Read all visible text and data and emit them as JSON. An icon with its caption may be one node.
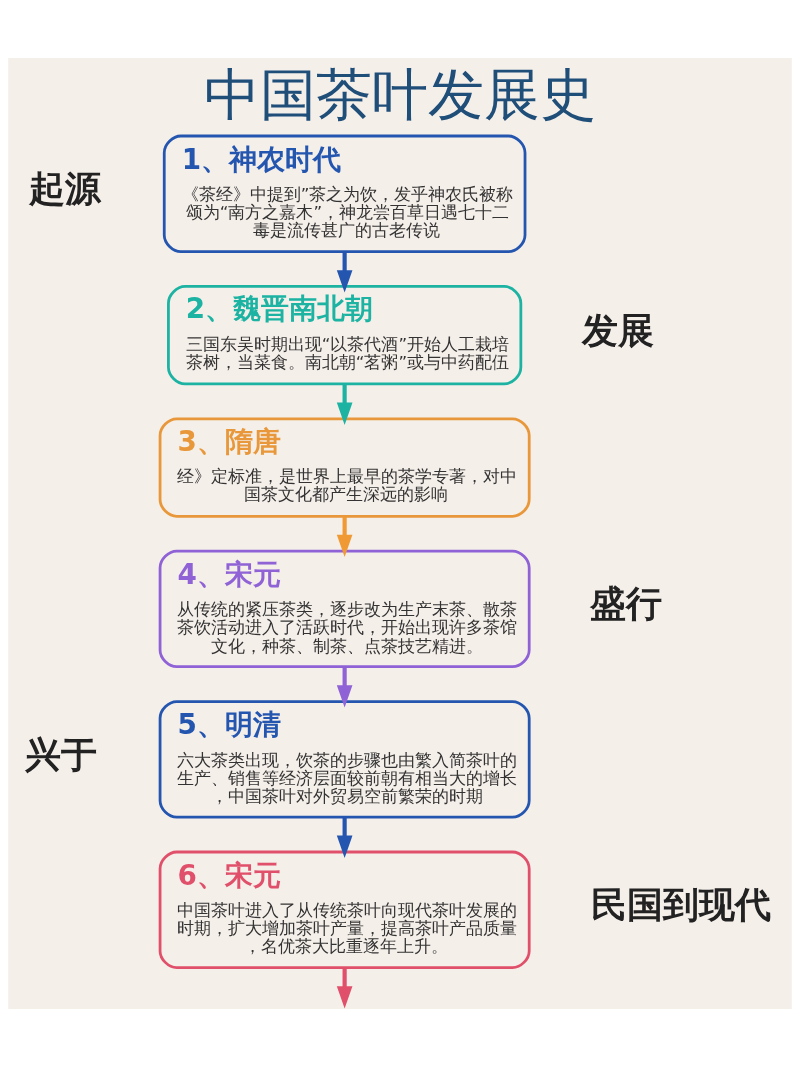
{
  "diagram": {
    "title": "中国茶叶发展史",
    "nodes": [
      {
        "text": [
          "1、神农时代",
          "《茶经》中提到”茶之为饮，发乎神农氏被称颂为“南方之嘉木”，神龙尝百草日遇七十二毒是流传甚广的古老传说"
        ],
        "beside": [
          "起源"
        ]
      },
      {
        "text": [
          "2、魏晋南北朝",
          "三国东吴时期出现“以茶代酒”开始人工栽培茶树，当菜食。南北朝“茗粥”或与中药配伍"
        ],
        "beside": [
          "发展"
        ]
      },
      {
        "text": [
          "3、隋唐",
          "经》定标准，是世界上最早的茶学专著，对中国茶文化都产生深远的影响"
        ]
      },
      {
        "text": [
          "4、宋元",
          "从传统的紧压茶类，逐步改为生产末茶、散茶茶饮活动进入了活跃时代，开始出现许多茶馆文化，种茶、制茶、点茶技艺精进。"
        ],
        "beside": [
          "盛行"
        ]
      },
      {
        "text": [
          "5、明清",
          "六大茶类出现，饮茶的步骤也由繁入简茶叶的生产、销售等经济层面较前朝有相当大的增长，中国茶叶对外贸易空前繁荣的时期"
        ],
        "beside": [
          "兴于"
        ]
      },
      {
        "text": [
          "6、宋元",
          "中国茶叶进入了从传统茶叶向现代茶叶发展的时期，扩大增加茶叶产量，提高茶叶产品质量，名优茶大比重逐年上升。"
        ],
        "beside": [
          "民国到现代"
        ]
      }
    ],
    "edges": [
      {
        "from": 0,
        "to": 1,
        "arrow": "to",
        "color": "#2456b0"
      },
      {
        "from": 1,
        "to": 2,
        "arrow": "to",
        "color": "#1cb3a3"
      },
      {
        "from": 2,
        "to": 3,
        "arrow": "to",
        "color": "#f09a35"
      },
      {
        "from": 3,
        "to": 4,
        "arrow": "to",
        "color": "#8f62d6"
      },
      {
        "from": 4,
        "to": 5,
        "arrow": "to",
        "color": "#2456b0"
      },
      {
        "from": 5,
        "to": null,
        "arrow": "to",
        "color": "#e0506a"
      }
    ]
  }
}
